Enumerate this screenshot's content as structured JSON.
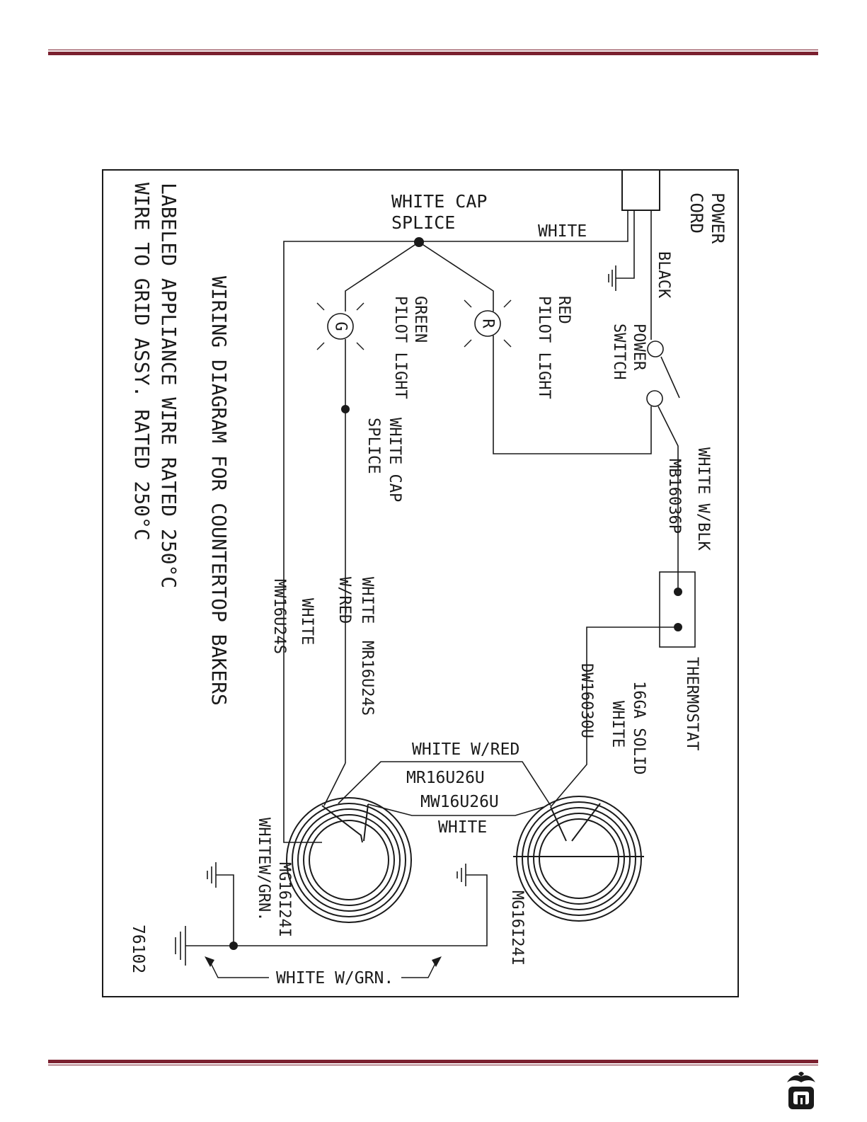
{
  "colors": {
    "rule": "#7b2130",
    "ink": "#1a1a1a"
  },
  "labels": {
    "power_cord": "POWER CORD",
    "white_top": "WHITE",
    "black": "BLACK",
    "white_cap_splice_top": "WHITE CAP SPLICE",
    "power_switch": "POWER SWITCH",
    "red_pilot_light": "RED PILOT LIGHT",
    "green_pilot_light": "GREEN PILOT LIGHT",
    "red_symbol": "R",
    "green_symbol": "G",
    "white_cap_splice_mid": "WHITE CAP SPLICE",
    "white_w_blk": "WHITE W/BLK",
    "mb16036p": "MB16036P",
    "thermostat": "THERMOSTAT",
    "ga_solid": "16GA SOLID",
    "white_solid": "WHITE",
    "dw16030u": "DW16030U",
    "white_w_red_vert": "WHITE W/RED",
    "mr16u24s": "MR16U24S",
    "white_left": "WHITE",
    "mw16u24s": "MW16U24S",
    "white_w_red_horiz": "WHITE W/RED",
    "mr16u26u": "MR16U26U",
    "mw16u26u": "MW16U26U",
    "white_horiz": "WHITE",
    "mg16i24i_right": "MG16I24I",
    "mg16i24i_left": "MG16I24I",
    "white_w_grn_left": "WHITE W/GRN.",
    "white_w_grn_bottom": "WHITE W/GRN.",
    "diagram_number": "76102",
    "title": "WIRING DIAGRAM FOR COUNTERTOP BAKERS",
    "note_line1": "LABELED APPLIANCE WIRE RATED 250°C",
    "note_line2": "WIRE TO GRID ASSY. RATED 250°C"
  }
}
